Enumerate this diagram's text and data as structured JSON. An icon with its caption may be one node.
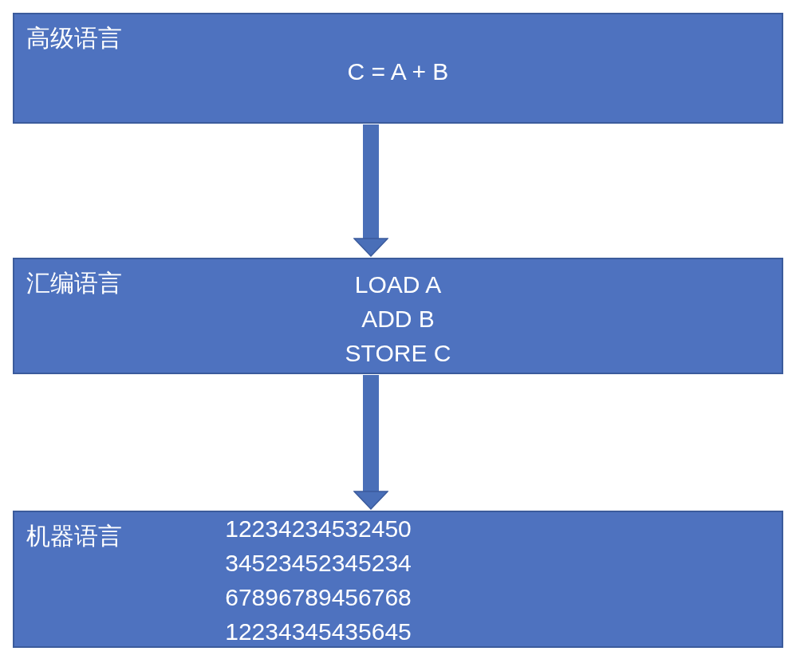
{
  "diagram": {
    "nodes": [
      {
        "text": [
          "高级语言",
          "C = A + B"
        ]
      },
      {
        "text": [
          "汇编语言",
          "LOAD A",
          "ADD B",
          "STORE C"
        ]
      },
      {
        "text": [
          "机器语言",
          "12234234532450",
          "34523452345234",
          "67896789456768",
          "12234345435645"
        ]
      }
    ],
    "edges": [
      {
        "from": 0,
        "to": 1,
        "arrow": "to"
      },
      {
        "from": 1,
        "to": 2,
        "arrow": "to"
      }
    ]
  }
}
